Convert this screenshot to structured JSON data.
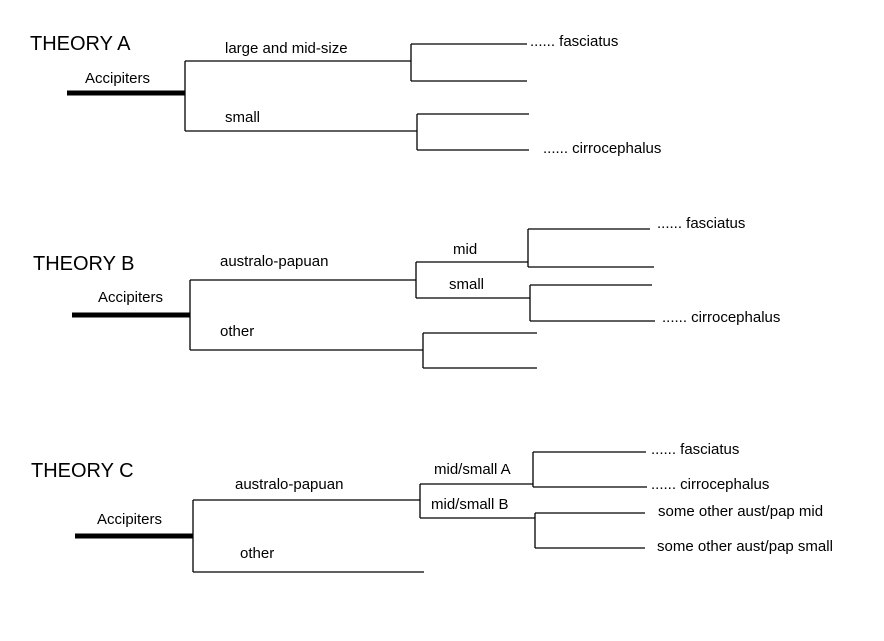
{
  "colors": {
    "line": "#000000",
    "text": "#000000",
    "background": "#ffffff"
  },
  "theory_a": {
    "title": "THEORY A",
    "root": "Accipiters",
    "branch_upper": "large and mid-size",
    "branch_lower": "small",
    "leaf_upper": "...... fasciatus",
    "leaf_lower": "...... cirrocephalus"
  },
  "theory_b": {
    "title": "THEORY B",
    "root": "Accipiters",
    "branch_upper": "australo-papuan",
    "branch_lower": "other",
    "sub_upper": "mid",
    "sub_lower": "small",
    "leaf_upper": "...... fasciatus",
    "leaf_lower": "...... cirrocephalus"
  },
  "theory_c": {
    "title": "THEORY C",
    "root": "Accipiters",
    "branch_upper": "australo-papuan",
    "branch_lower": "other",
    "sub_upper": "mid/small A",
    "sub_lower": "mid/small B",
    "leaf_1": "...... fasciatus",
    "leaf_2": "...... cirrocephalus",
    "leaf_3": "some other aust/pap mid",
    "leaf_4": "some other aust/pap small"
  }
}
